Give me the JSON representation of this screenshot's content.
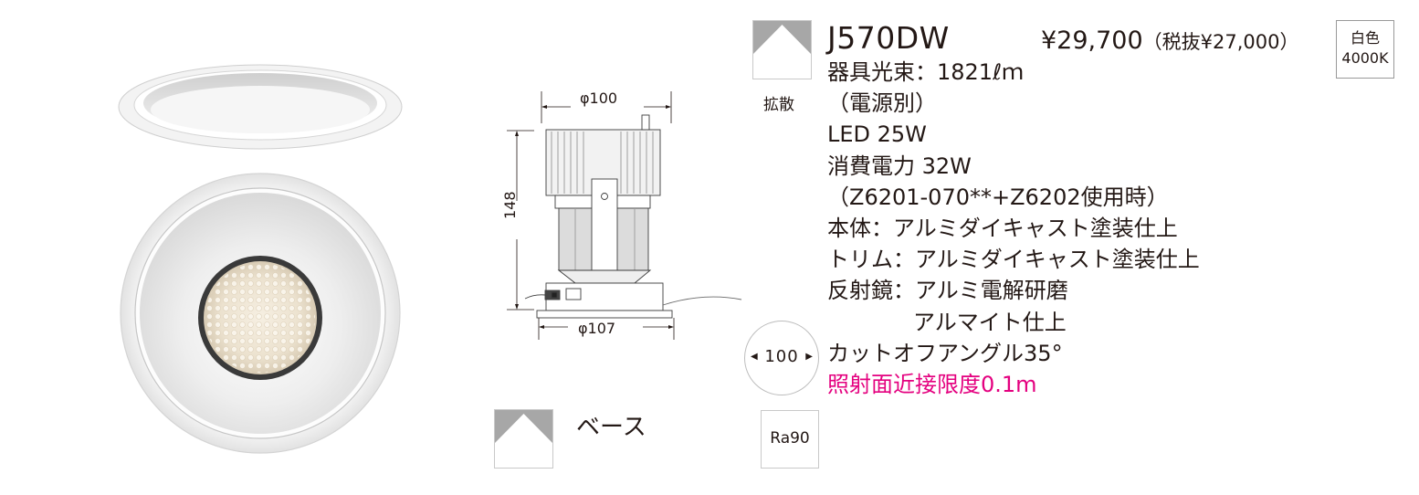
{
  "product": {
    "model": "J570DW",
    "price": "¥29,700",
    "price_tax_excluded": "（税抜¥27,000）",
    "color_name": "白色",
    "color_temp": "4000K"
  },
  "distribution": {
    "diffuse_label": "拡散",
    "base_label": "ベース"
  },
  "dimensions": {
    "top_diameter": "φ100",
    "bottom_diameter": "φ107",
    "height": "148"
  },
  "beam_angle": {
    "value": "100"
  },
  "cri": {
    "label": "Ra90"
  },
  "specs": [
    {
      "text": "器具光束：1821ℓｍ",
      "style": "normal"
    },
    {
      "text": "（電源別）",
      "style": "normal"
    },
    {
      "text": "LED 25W",
      "style": "normal"
    },
    {
      "text": "消費電力 32W",
      "style": "normal"
    },
    {
      "text": "（Z6201-070**+Z6202使用時）",
      "style": "normal"
    },
    {
      "text": "本体：アルミダイキャスト塗装仕上",
      "style": "normal"
    },
    {
      "text": "トリム：アルミダイキャスト塗装仕上",
      "style": "normal"
    },
    {
      "text": "反射鏡：アルミ電解研磨",
      "style": "normal"
    },
    {
      "text": "アルマイト仕上",
      "style": "indent"
    },
    {
      "text": "カットオフアングル35°",
      "style": "normal"
    },
    {
      "text": "照射面近接限度0.1m",
      "style": "alert"
    }
  ],
  "colors": {
    "alert": "#e4007f",
    "text": "#231815",
    "icon_gray": "#a7a7a7"
  }
}
